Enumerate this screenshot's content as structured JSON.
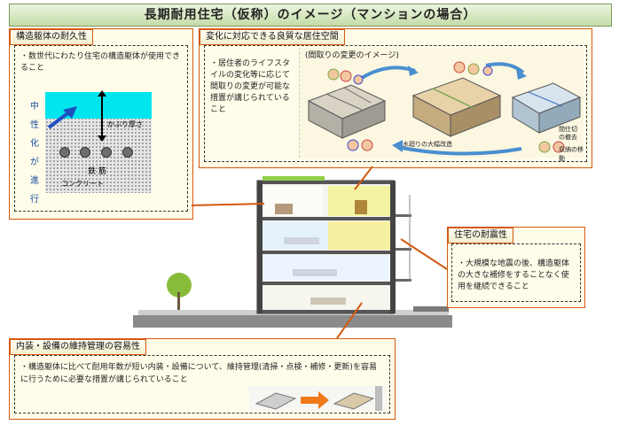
{
  "title": "長期耐用住宅（仮称）のイメージ（マンションの場合）",
  "durability": {
    "heading": "構造躯体の耐久性",
    "text": "・数世代にわたり住宅の構造躯体が使用できること",
    "vertical_label": "中性化が進行",
    "cover_label": "かぶり厚さ",
    "rebar_label": "鉄 筋",
    "concrete_label": "コンクリート"
  },
  "adaptability": {
    "heading": "変化に対応できる良質な居住空間",
    "text": "・居住者のライフスタイルの変化等に応じて間取りの変更が可能な措置が講じられていること",
    "caption": "(間取りの変更のイメージ)",
    "label_water": "水廻りの大幅改造",
    "label_partition": "間仕切の撤去",
    "label_move": "収納の移動"
  },
  "seismic": {
    "heading": "住宅の耐震性",
    "text": "・大規模な地震の後、構造躯体の大きな補修をすることなく使用を継続できること"
  },
  "maintenance": {
    "heading": "内装・設備の維持管理の容易性",
    "text": "・構造躯体に比べて耐用年数が短い内装・設備について、維持管理(清掃・点検・補修・更新)を容易に行うために必要な措置が講じられていること"
  },
  "colors": {
    "accent": "#d35a10",
    "title_bg": "#c5dca8",
    "panel_bg": "#fffde8",
    "cyan": "#00e5ee"
  }
}
